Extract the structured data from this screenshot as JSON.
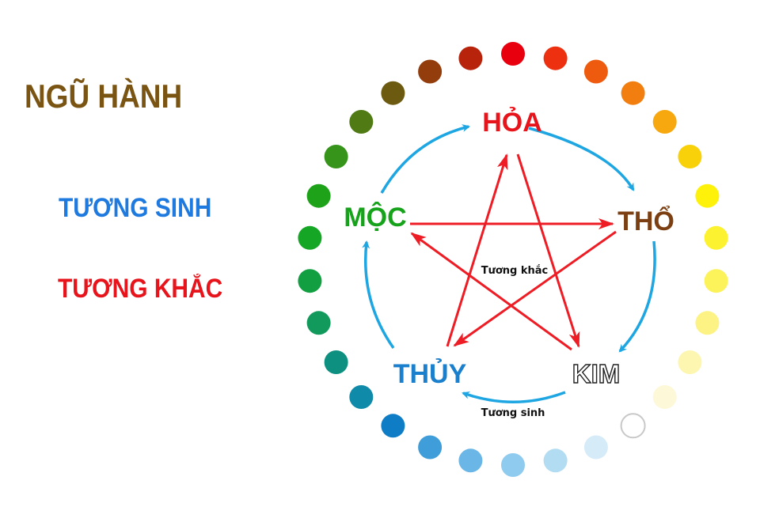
{
  "title": "NGŨ HÀNH",
  "legend": {
    "generating": {
      "label": "TƯƠNG SINH",
      "color": "#1f7ae0"
    },
    "overcoming": {
      "label": "TƯƠNG KHẮC",
      "color": "#e8141b"
    }
  },
  "elements": {
    "fire": {
      "label": "HỎA",
      "color": "#e8141b"
    },
    "earth": {
      "label": "THỔ",
      "color": "#7b3f12"
    },
    "metal": {
      "label": "KIM",
      "color": "#ffffff",
      "stroke": "#222222"
    },
    "water": {
      "label": "THỦY",
      "color": "#1a7fcc"
    },
    "wood": {
      "label": "MỘC",
      "color": "#16a21a"
    }
  },
  "center_label": "Tương khắc",
  "bottom_label": "Tương sinh",
  "arrow_colors": {
    "generating": "#1ea6e3",
    "overcoming": "#ee1c24"
  },
  "ring_dots": [
    "#e8000e",
    "#ec3010",
    "#ee5a0e",
    "#f27e10",
    "#f6a80e",
    "#f8d10a",
    "#fff20a",
    "#fdf230",
    "#fcf35a",
    "#fcf384",
    "#fdf6b0",
    "#fdf8d8",
    "#ffffff",
    "#d6ebf8",
    "#b2dcf2",
    "#8ecbee",
    "#6ab6e6",
    "#3f9ed9",
    "#0f7cc6",
    "#0f8aa8",
    "#0e9081",
    "#119a5c",
    "#119f42",
    "#15a626",
    "#1ea21a",
    "#36941a",
    "#4f7a14",
    "#6b5a10",
    "#933c0c",
    "#b8230c"
  ]
}
